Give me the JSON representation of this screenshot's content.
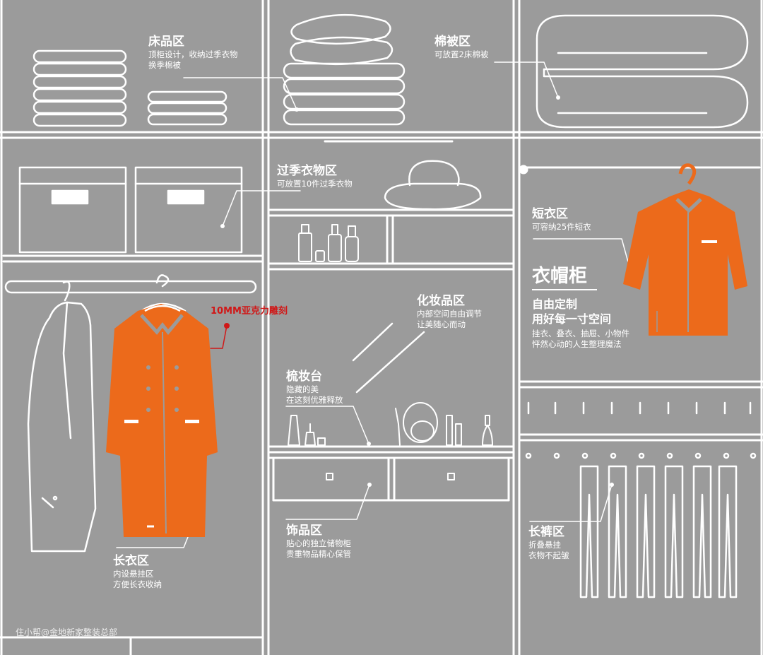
{
  "colors": {
    "background": "#9b9b9b",
    "line": "#ffffff",
    "accent": "#ec6a1b",
    "highlight": "#d01818"
  },
  "labels": {
    "bedding": {
      "title": "床品区",
      "desc1": "顶柜设计，收纳过季衣物",
      "desc2": "换季棉被"
    },
    "quilt": {
      "title": "棉被区",
      "desc1": "可放置2床棉被"
    },
    "offseason": {
      "title": "过季衣物区",
      "desc1": "可放置10件过季衣物"
    },
    "shortwear": {
      "title": "短衣区",
      "desc1": "可容纳25件短衣"
    },
    "wardrobe": {
      "title": "衣帽柜",
      "sub1": "自由定制",
      "sub2": "用好每一寸空间",
      "desc1": "挂衣、叠衣、抽屉、小物件",
      "desc2": "怦然心动的人生整理魔法"
    },
    "acrylic": {
      "title": "10MM亚克力雕刻"
    },
    "cosmetics": {
      "title": "化妆品区",
      "desc1": "内部空间自由调节",
      "desc2": "让美随心而动"
    },
    "vanity": {
      "title": "梳妆台",
      "desc1": "隐藏的美",
      "desc2": "在这刻优雅释放"
    },
    "accessories": {
      "title": "饰品区",
      "desc1": "贴心的独立储物柜",
      "desc2": "贵重物品精心保管"
    },
    "longwear": {
      "title": "长衣区",
      "desc1": "内设悬挂区",
      "desc2": "方便长衣收纳"
    },
    "trousers": {
      "title": "长裤区",
      "desc1": "折叠悬挂",
      "desc2": "衣物不起皱"
    }
  },
  "watermark": "住小帮@金地新家整装总部",
  "icons": [
    "folded-clothes-icon",
    "pillow-icon",
    "rolled-quilt-icon",
    "storage-box-icon",
    "hat-icon",
    "bottle-icon",
    "hanger-icon",
    "shirt-icon",
    "coat-icon",
    "suit-jacket-icon",
    "mirror-icon",
    "compact-icon",
    "lipstick-icon",
    "brush-icon",
    "trousers-icon"
  ]
}
